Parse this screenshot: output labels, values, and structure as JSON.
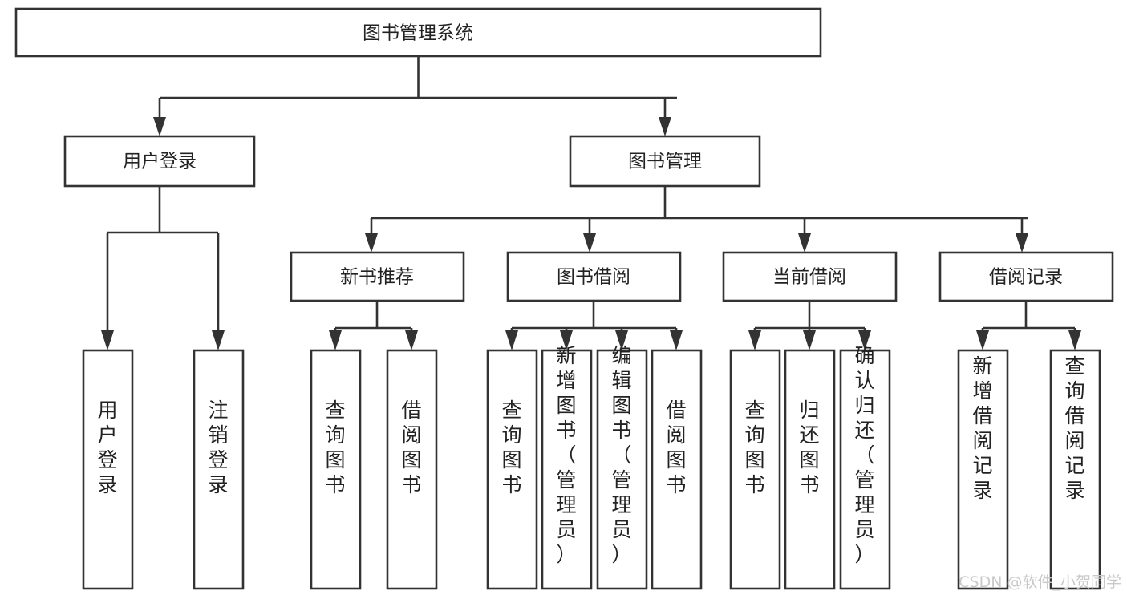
{
  "diagram": {
    "title_node": {
      "label": "图书管理系统"
    },
    "level2": [
      {
        "label": "用户登录"
      },
      {
        "label": "图书管理"
      }
    ],
    "level3": [
      {
        "label": "新书推荐"
      },
      {
        "label": "图书借阅"
      },
      {
        "label": "当前借阅"
      },
      {
        "label": "借阅记录"
      }
    ],
    "leaves": {
      "user_login": [
        {
          "label": "用户登录"
        },
        {
          "label": "注销登录"
        }
      ],
      "new_book_recommend": [
        {
          "label": "查询图书"
        },
        {
          "label": "借阅图书"
        }
      ],
      "book_borrow": [
        {
          "label": "查询图书"
        },
        {
          "label": "新增图书（管理员）"
        },
        {
          "label": "编辑图书（管理员）"
        },
        {
          "label": "借阅图书"
        }
      ],
      "current_borrow": [
        {
          "label": "查询图书"
        },
        {
          "label": "归还图书"
        },
        {
          "label": "确认归还（管理员）"
        }
      ],
      "borrow_record": [
        {
          "label": "新增借阅记录"
        },
        {
          "label": "查询借阅记录"
        }
      ]
    }
  },
  "watermark": {
    "text": "CSDN @软件_小贺同学"
  },
  "colors": {
    "stroke": "#333333",
    "box_fill": "#ffffff",
    "text": "#222222",
    "watermark": "#c9c9c9",
    "background": "#ffffff"
  }
}
